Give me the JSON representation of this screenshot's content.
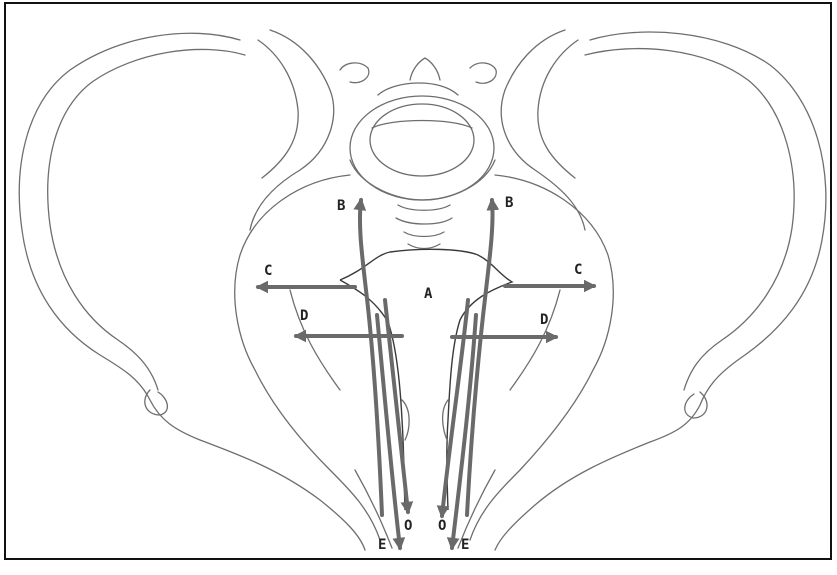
{
  "diagram": {
    "labels": {
      "A": "A",
      "B_left": "B",
      "B_right": "B",
      "C_left": "C",
      "C_right": "C",
      "D_left": "D",
      "D_right": "D",
      "O_left": "O",
      "O_right": "O",
      "E_left": "E",
      "E_right": "E"
    },
    "colors": {
      "line": "#6e6e6e",
      "arrow": "#6a6a6a",
      "text": "#222222",
      "border": "#111111"
    }
  }
}
